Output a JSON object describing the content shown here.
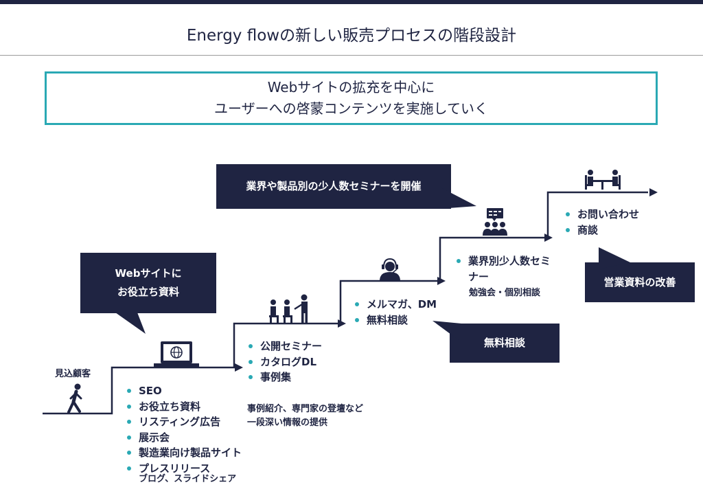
{
  "title": "Energy flowの新しい販売プロセスの階段設計",
  "summary": {
    "line1": "Webサイトの拡充を中心に",
    "line2": "ユーザーへの啓蒙コンテンツを実施していく"
  },
  "colors": {
    "navy": "#1f2442",
    "teal": "#2aa9b4",
    "rule": "#9a9a9a"
  },
  "start_label": "見込顧客",
  "callouts": {
    "web": {
      "line1": "Webサイトに",
      "line2": "お役立ち資料"
    },
    "seminar": "業界や製品別の少人数セミナーを開催",
    "free_consult": "無料相談",
    "sales_material": "営業資料の改善"
  },
  "steps": [
    {
      "icon": "laptop-globe-icon",
      "items": [
        "SEO",
        "お役立ち資料",
        "リスティング広告",
        "展示会",
        "製造業向け製品サイト",
        "プレスリリース"
      ],
      "note": "ブログ、スライドシェア"
    },
    {
      "icon": "seminar-audience-icon",
      "items": [
        "公開セミナー",
        "カタログDL",
        "事例集"
      ],
      "note_line1": "事例紹介、専門家の登壇など",
      "note_line2": "一段深い情報の提供"
    },
    {
      "icon": "headset-operator-icon",
      "items": [
        "メルマガ、DM",
        "無料相談"
      ]
    },
    {
      "icon": "presentation-group-icon",
      "items": [
        "業界別少人数セミナー"
      ],
      "note": "勉強会・個別相談"
    },
    {
      "icon": "meeting-table-icon",
      "items": [
        "お問い合わせ",
        "商談"
      ]
    }
  ]
}
